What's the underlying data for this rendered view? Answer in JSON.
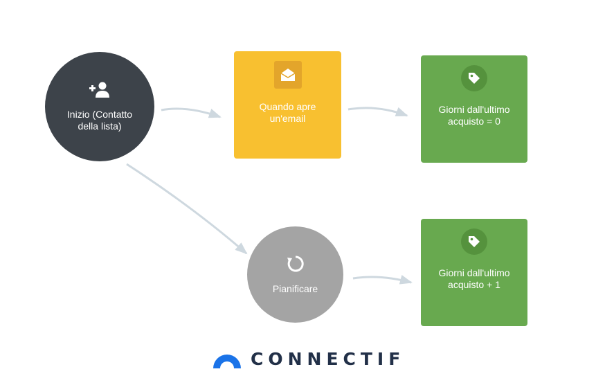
{
  "nodes": {
    "start": {
      "label": "Inizio (Contatto della lista)",
      "icon": "add-user-icon",
      "color": "#3d434a"
    },
    "email": {
      "label": "Quando apre un'email",
      "icon": "envelope-open-icon",
      "color": "#f8c030"
    },
    "tag1": {
      "label": "Giorni dall'ultimo acquisto = 0",
      "icon": "tag-icon",
      "color": "#68a94f"
    },
    "schedule": {
      "label": "Pianificare",
      "icon": "refresh-icon",
      "color": "#a4a4a4"
    },
    "tag2": {
      "label": "Giorni dall'ultimo acquisto + 1",
      "icon": "tag-icon",
      "color": "#68a94f"
    }
  },
  "edges": [
    {
      "from": "start",
      "to": "email"
    },
    {
      "from": "email",
      "to": "tag1"
    },
    {
      "from": "start",
      "to": "schedule"
    },
    {
      "from": "schedule",
      "to": "tag2"
    }
  ],
  "logo": {
    "text": "CONNECTIF",
    "color": "#223048",
    "accent": "#1a73e8"
  }
}
